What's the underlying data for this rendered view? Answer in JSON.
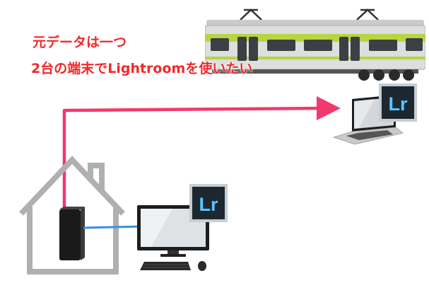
{
  "caption": {
    "line1": "元データは一つ",
    "line2": "2台の端末でLightroomを使いたい"
  },
  "lightroom_badge": "Lr",
  "colors": {
    "caption_red": "#f02a2a",
    "arrow_pink": "#f2386e",
    "link_blue": "#3a8fe6",
    "train_green": "#b6d541",
    "badge_bg": "#1c2730",
    "badge_text": "#57c6ff"
  },
  "icons": [
    "train-icon",
    "house-icon",
    "external-hdd-icon",
    "desktop-monitor-icon",
    "keyboard-icon",
    "mouse-icon",
    "laptop-icon",
    "lightroom-badge-icon",
    "arrow-icon"
  ]
}
